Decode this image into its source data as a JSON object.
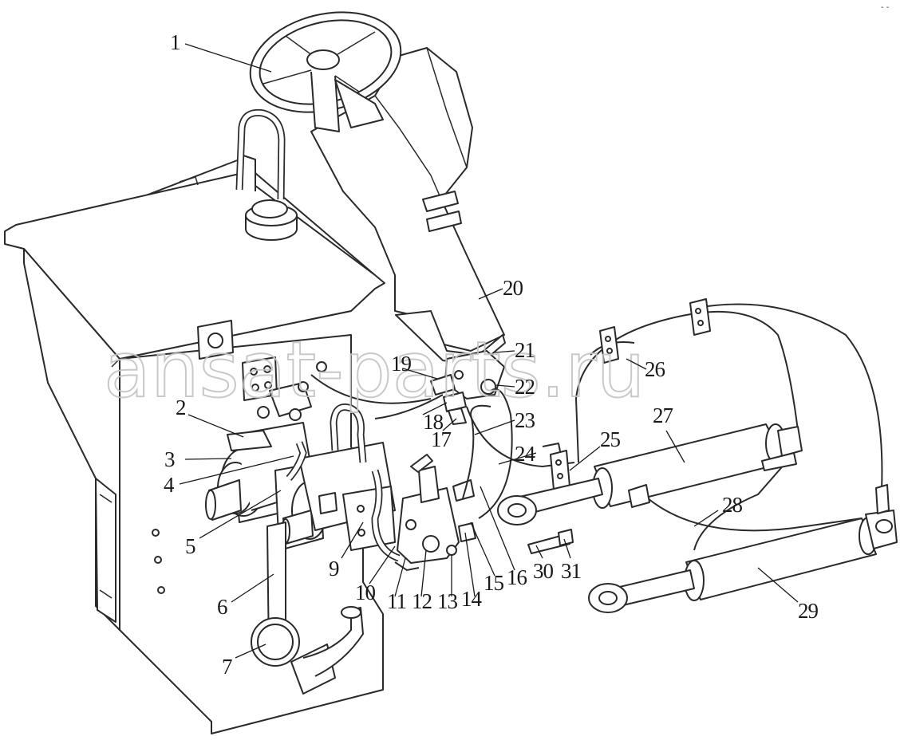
{
  "watermark": "ansat-parts.ru",
  "corner_mark": "‑ ‑",
  "callouts": [
    {
      "id": "1",
      "text": "1"
    },
    {
      "id": "2",
      "text": "2"
    },
    {
      "id": "3",
      "text": "3"
    },
    {
      "id": "4",
      "text": "4"
    },
    {
      "id": "5",
      "text": "5"
    },
    {
      "id": "6",
      "text": "6"
    },
    {
      "id": "7",
      "text": "7"
    },
    {
      "id": "9",
      "text": "9"
    },
    {
      "id": "10",
      "text": "10"
    },
    {
      "id": "11",
      "text": "11"
    },
    {
      "id": "12",
      "text": "12"
    },
    {
      "id": "13",
      "text": "13"
    },
    {
      "id": "14",
      "text": "14"
    },
    {
      "id": "15",
      "text": "15"
    },
    {
      "id": "16",
      "text": "16"
    },
    {
      "id": "17",
      "text": "17"
    },
    {
      "id": "18",
      "text": "18"
    },
    {
      "id": "19",
      "text": "19"
    },
    {
      "id": "20",
      "text": "20"
    },
    {
      "id": "21",
      "text": "21"
    },
    {
      "id": "22",
      "text": "22"
    },
    {
      "id": "23",
      "text": "23"
    },
    {
      "id": "24",
      "text": "24"
    },
    {
      "id": "25",
      "text": "25"
    },
    {
      "id": "26",
      "text": "26"
    },
    {
      "id": "27",
      "text": "27"
    },
    {
      "id": "28",
      "text": "28"
    },
    {
      "id": "29",
      "text": "29"
    },
    {
      "id": "30",
      "text": "30"
    },
    {
      "id": "31",
      "text": "31"
    }
  ]
}
